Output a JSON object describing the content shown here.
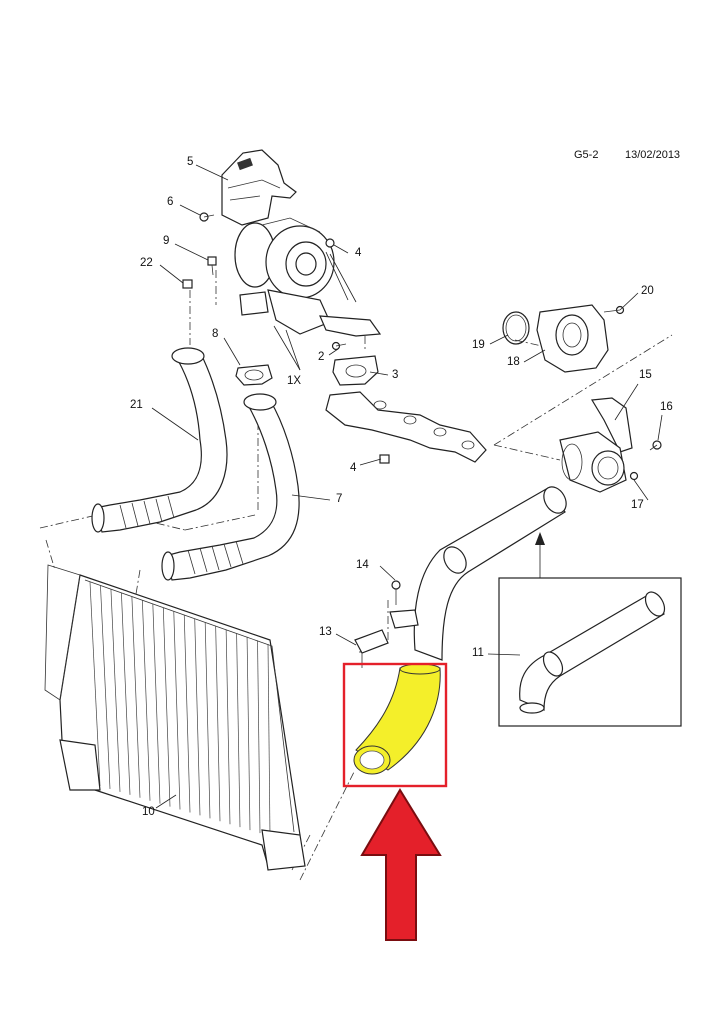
{
  "header": {
    "code": "G5-2",
    "date": "13/02/2013"
  },
  "callouts": {
    "c5": "5",
    "c6": "6",
    "c4a": "4",
    "c9": "9",
    "c22": "22",
    "c8": "8",
    "c2": "2",
    "c3": "3",
    "c1x": "1X",
    "c4b": "4",
    "c21": "21",
    "c7": "7",
    "c20": "20",
    "c19": "19",
    "c18": "18",
    "c15": "15",
    "c16": "16",
    "c17": "17",
    "c14": "14",
    "c13": "13",
    "c11": "11",
    "c10": "10"
  },
  "colors": {
    "highlight_part": "#f4ef2a",
    "highlight_box": "#e4202a",
    "arrow_fill": "#e4202a",
    "arrow_stroke": "#7a0d10",
    "line": "#222222"
  },
  "icons": {
    "indicator_arrow": "red-arrow-up-icon"
  }
}
